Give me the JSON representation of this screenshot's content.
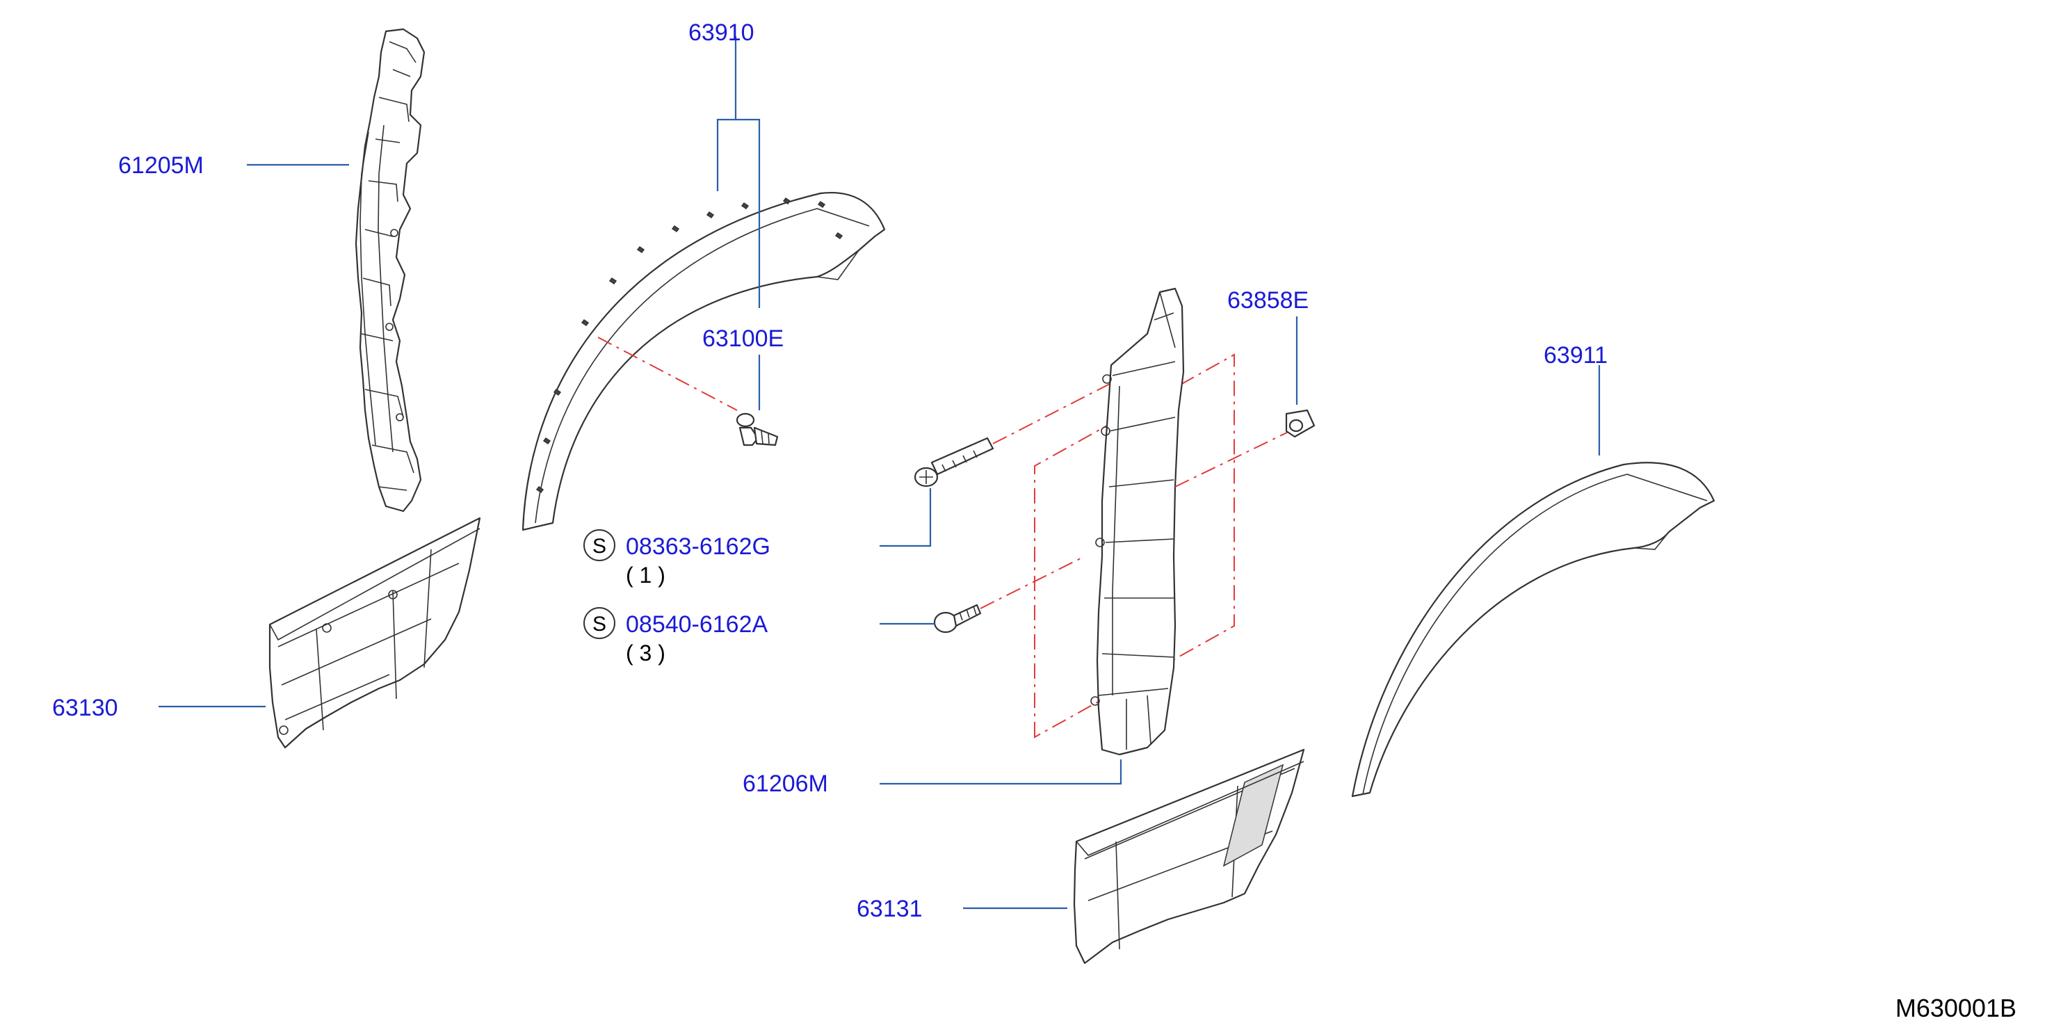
{
  "diagram_code": "M630001B",
  "parts": {
    "p61205M": "61205M",
    "p63910": "63910",
    "p63100E": "63100E",
    "p63858E": "63858E",
    "p63911": "63911",
    "p63130": "63130",
    "p61206M": "61206M",
    "p63131": "63131"
  },
  "standard_parts": [
    {
      "symbol": "S",
      "number": "08363-6162G",
      "qty": "( 1 )"
    },
    {
      "symbol": "S",
      "number": "08540-6162A",
      "qty": "( 3 )"
    }
  ],
  "colors": {
    "label": "#1a1ad6",
    "leader": "#2a5ea8",
    "phantom_line": "#e23a3a",
    "outline": "#333333"
  }
}
